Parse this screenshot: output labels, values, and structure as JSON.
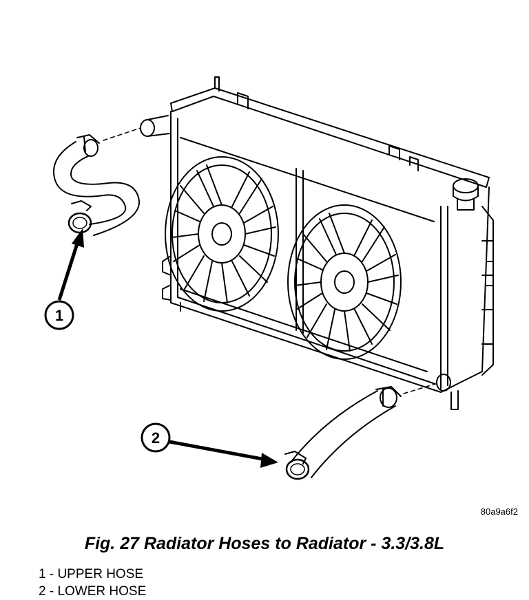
{
  "figure": {
    "callouts": [
      {
        "number": "1"
      },
      {
        "number": "2"
      }
    ],
    "reference_code": "80a9a6f2"
  },
  "caption": "Fig. 27 Radiator Hoses to Radiator - 3.3/3.8L",
  "legend": [
    {
      "text": "1 - UPPER HOSE"
    },
    {
      "text": "2 - LOWER HOSE"
    }
  ]
}
